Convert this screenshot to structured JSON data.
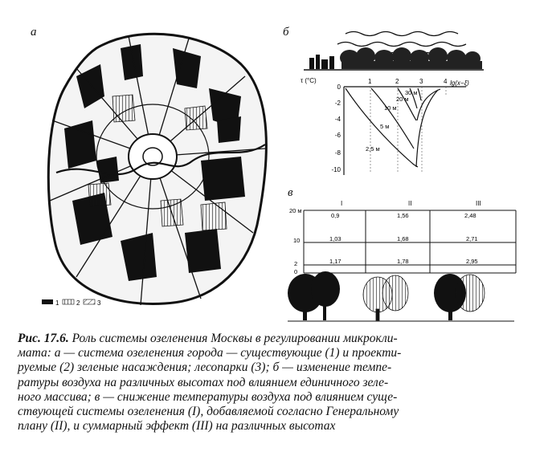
{
  "panels": {
    "a": "а",
    "b": "б",
    "c": "в"
  },
  "map_legend": [
    "1",
    "2",
    "3"
  ],
  "panel_b": {
    "y_axis_label": "τ (°C)",
    "x_axis_label": "lg(x−ξ)",
    "x_ticks": [
      "1",
      "2",
      "3",
      "4"
    ],
    "y_ticks": [
      "0",
      "-2",
      "-4",
      "-6",
      "-8",
      "-10"
    ],
    "curve_labels": [
      "30 м",
      "20 м",
      "10 м",
      "5 м",
      "2,5 м"
    ]
  },
  "panel_c": {
    "columns": [
      "I",
      "II",
      "III"
    ],
    "heights": [
      "20 м",
      "10",
      "2",
      "0"
    ],
    "rows": [
      [
        "0,9",
        "1,56",
        "2,48"
      ],
      [
        "1,03",
        "1,68",
        "2,71"
      ],
      [
        "1,17",
        "1,78",
        "2,95"
      ]
    ]
  },
  "caption": {
    "lead": "Рис. 17.6.",
    "lines": [
      " Роль системы озеленения Москвы в регулировании микрокли-",
      "мата: а — система озеленения города — существующие (1) и проекти-",
      "руемые (2) зеленые насаждения; лесопарки (3); б — изменение темпе-",
      "ратуры воздуха на различных высотах под влиянием единичного зеле-",
      "ного массива; в — снижение температуры воздуха под влиянием суще-",
      "ствующей системы озеленения (I), добавляемой согласно Генеральному",
      "плану (II), и суммарный эффект (III) на различных высотах"
    ]
  }
}
